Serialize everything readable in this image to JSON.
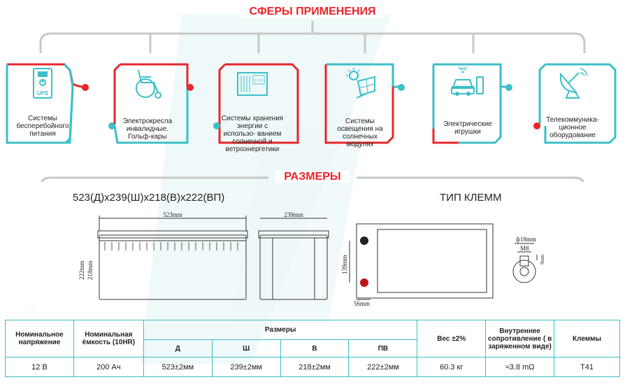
{
  "sections": {
    "applications_title": "СФЕРЫ ПРИМЕНЕНИЯ",
    "sizes_title": "РАЗМЕРЫ"
  },
  "applications": [
    {
      "icon": "ups-icon",
      "label": "Системы бесперебойного питания",
      "icon_text": "UPS"
    },
    {
      "icon": "wheelchair-icon",
      "label": "Электрокресла инвалидные. Гольф-кары"
    },
    {
      "icon": "ess-container-icon",
      "label": "Системы хранения энергии с использо- ванием солнечной и ветроэнергетики",
      "icon_text": "ESS"
    },
    {
      "icon": "solar-panel-icon",
      "label": "Системы освещения на солнечных модулях"
    },
    {
      "icon": "toy-car-icon",
      "label": "Электрические игрушки"
    },
    {
      "icon": "satellite-dish-icon",
      "label": "Телекоммуника- ционное оборудование"
    }
  ],
  "dimensions": {
    "summary": "523(Д)x239(Ш)x218(В)x222(ВП)",
    "terminal_type_label": "ТИП КЛЕММ",
    "drawing_labels": {
      "length": "523mm",
      "width": "239mm",
      "height_total": "222mm",
      "height_case": "218mm",
      "terminal_spacing": "139mm",
      "terminal_offset": "56mm",
      "terminal_diameter": "ф18mm",
      "bolt": "M8",
      "depth": "9mm"
    },
    "tiny_note": ". . . ."
  },
  "table": {
    "headers": {
      "voltage": "Номинальное напряжение",
      "capacity": "Номинальная ёмкость (10HR)",
      "dimensions": "Размеры",
      "weight": "Вес ±2%",
      "resistance": "Внутреннее сопротивление ( в заряженном виде)",
      "terminals": "Клеммы"
    },
    "dim_subheaders": [
      "Д",
      "Ш",
      "В",
      "ПВ"
    ],
    "row": {
      "voltage": "12 В",
      "capacity": "200 Ач",
      "length": "523±2мм",
      "width": "239±2мм",
      "height": "218±2мм",
      "total_height": "222±2мм",
      "weight": "60.3 кг",
      "resistance": "≈3.8 mΩ",
      "terminals": "T41"
    }
  },
  "colors": {
    "red": "#e8262b",
    "teal": "#3bbfc8",
    "gray": "#c8c8c8",
    "watermark": "#e4f5f7"
  }
}
